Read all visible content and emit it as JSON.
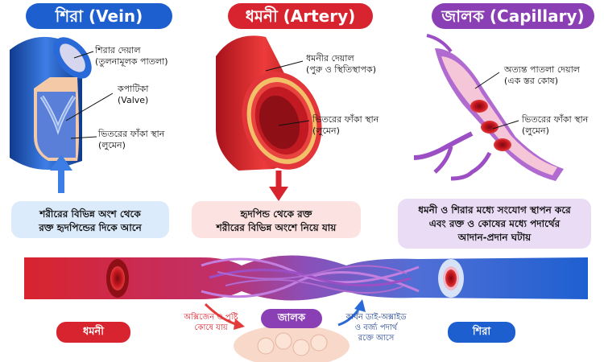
{
  "vein": {
    "title": "শিরা (Vein)",
    "labels": {
      "wall_line1": "শিরার দেয়াল",
      "wall_line2": "(তুলনামূলক পাতলা)",
      "valve_line1": "কপাটিকা",
      "valve_line2": "(Valve)",
      "lumen_line1": "ভিতরের ফাঁকা স্থান",
      "lumen_line2": "(লুমেন)"
    },
    "desc_line1": "শরীরের বিভিন্ন অংশ থেকে",
    "desc_line2": "রক্ত হৃদপিন্ডের দিকে আনে"
  },
  "artery": {
    "title": "ধমনী (Artery)",
    "labels": {
      "wall_line1": "ধমনীর দেয়াল",
      "wall_line2": "(পুরু ও স্থিতিস্থাপক)",
      "lumen_line1": "ভিতরের ফাঁকা স্থান",
      "lumen_line2": "(লুমেন)"
    },
    "desc_line1": "হৃদপিন্ড থেকে রক্ত",
    "desc_line2": "শরীরের বিভিন্ন অংশে নিয়ে যায়"
  },
  "capillary": {
    "title": "জালক (Capillary)",
    "labels": {
      "wall_line1": "অত্যন্ত পাতলা দেয়াল",
      "wall_line2": "(এক স্তর কোষ)",
      "lumen_line1": "ভিতরের ফাঁকা স্থান",
      "lumen_line2": "(লুমেন)"
    },
    "desc_line1": "ধমনী ও শিরার মধ্যে সংযোগ স্থাপন করে",
    "desc_line2": "এবং রক্ত ও কোষের মধ্যে পদার্থের",
    "desc_line3": "আদান-প্রদান ঘটায়"
  },
  "bottom": {
    "artery_tag": "ধমনী",
    "vein_tag": "শিরা",
    "capillary_tag": "জালক",
    "oxygen_line1": "অক্সিজেন ও পুষ্টি",
    "oxygen_line2": "কোষে যায়",
    "co2_line1": "কার্বন ডাই-অক্সাইড",
    "co2_line2": "ও বর্জ্য পদার্থ",
    "co2_line3": "রক্তে আসে"
  },
  "colors": {
    "vein": "#1e5fd0",
    "artery": "#d8242e",
    "capillary": "#8a3fb4",
    "vein_box": "#dcebfb",
    "artery_box": "#fde2e2",
    "capillary_box": "#eadcf5"
  }
}
